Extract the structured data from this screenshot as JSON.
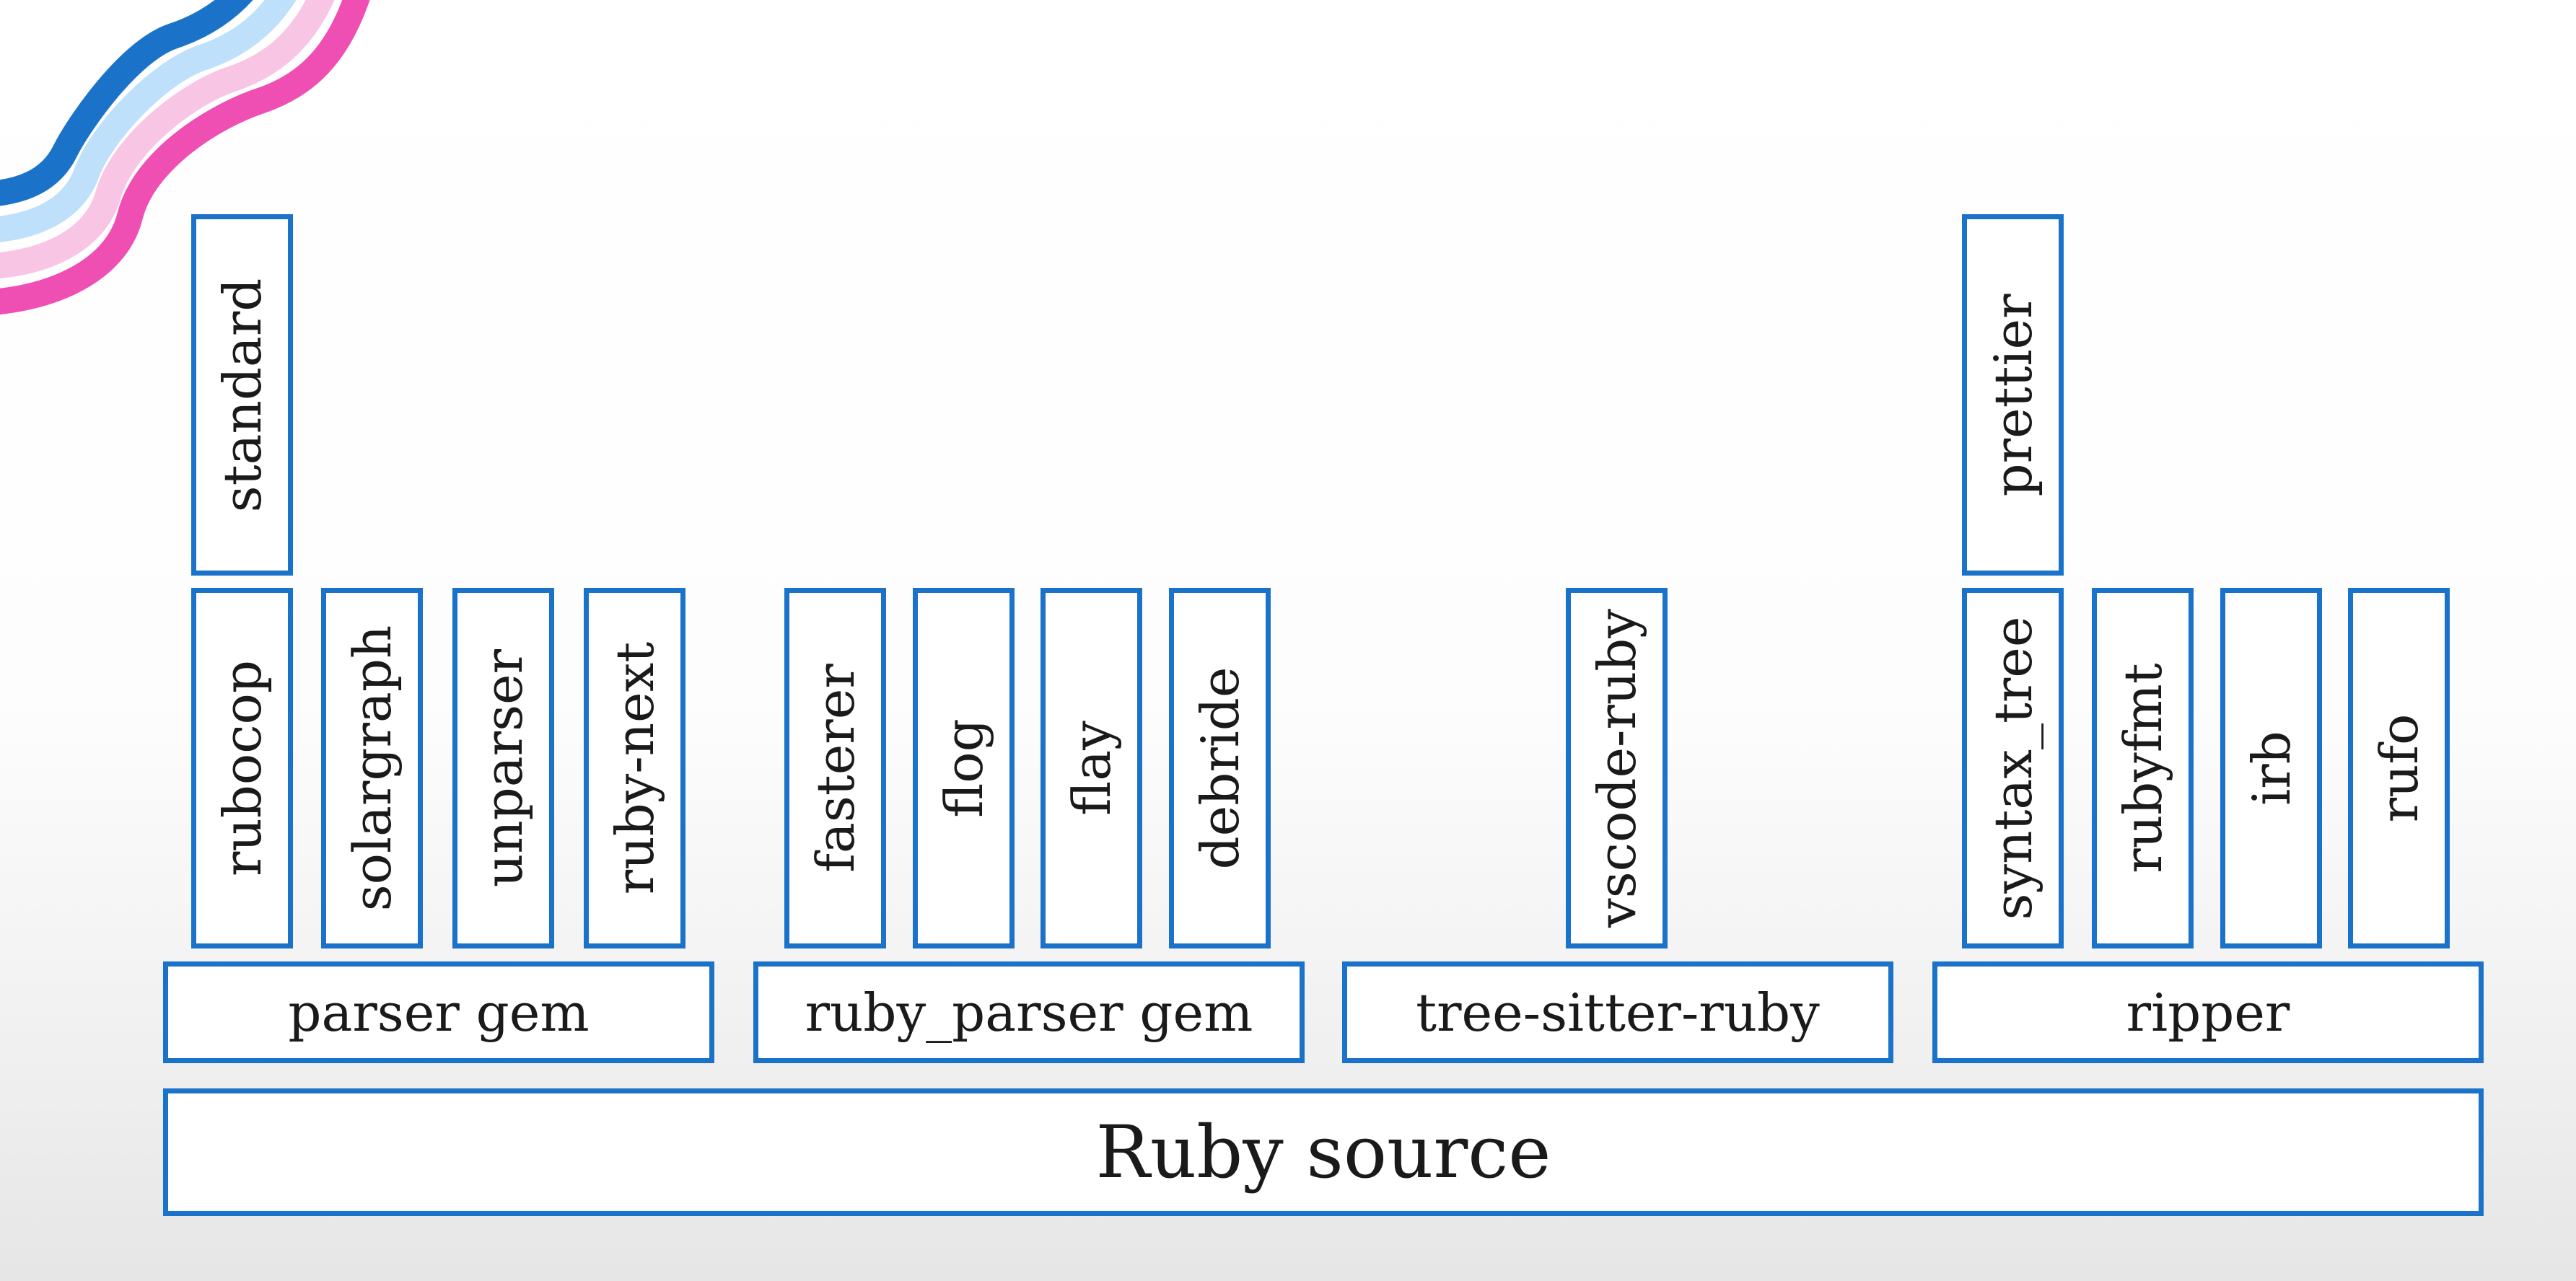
{
  "source": {
    "label": "Ruby source"
  },
  "parsers": [
    {
      "label": "parser gem"
    },
    {
      "label": "ruby_parser gem"
    },
    {
      "label": "tree-sitter-ruby"
    },
    {
      "label": "ripper"
    }
  ],
  "tools": {
    "parser_gem": [
      "rubocop",
      "solargraph",
      "unparser",
      "ruby-next"
    ],
    "ruby_parser_gem": [
      "fasterer",
      "flog",
      "flay",
      "debride"
    ],
    "tree_sitter_ruby": [
      "vscode-ruby"
    ],
    "ripper": [
      "syntax_tree",
      "rubyfmt",
      "irb",
      "rufo"
    ]
  },
  "second_level": {
    "on_rubocop": "standard",
    "on_syntax_tree": "prettier"
  },
  "colors": {
    "box_border": "#1a73c9",
    "wave_blue": "#1a73c9",
    "wave_light_blue": "#bfe0fb",
    "wave_light_pink": "#f8c6e4",
    "wave_pink": "#ef4fb3"
  }
}
